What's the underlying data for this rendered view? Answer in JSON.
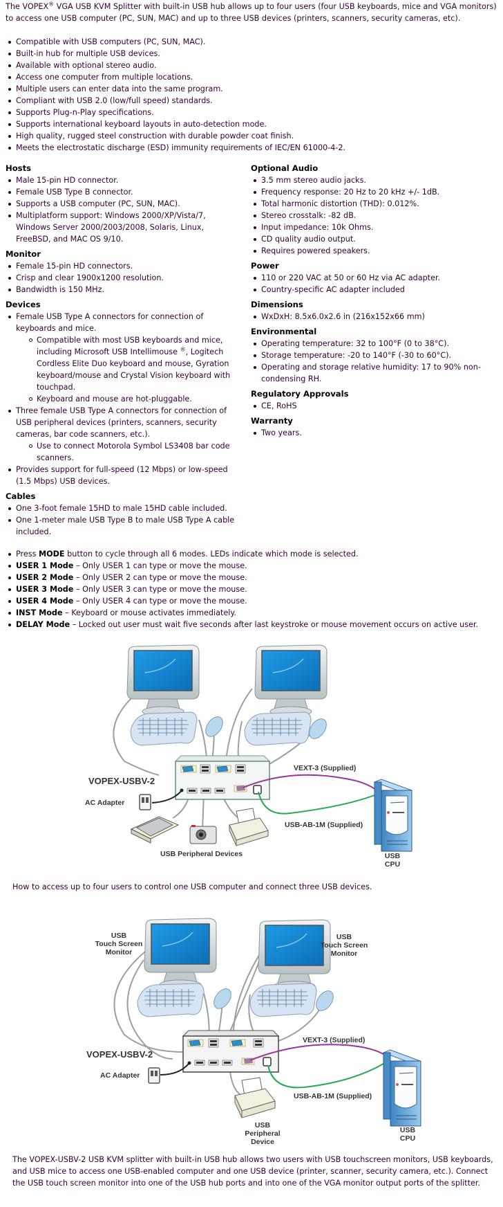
{
  "intro": {
    "brand": "The VOPEX",
    "reg": "®",
    "text": " VGA USB KVM Splitter with built-in USB hub allows up to four users (four USB keyboards, mice and VGA monitors) to access one USB computer (PC, SUN, MAC) and up to three USB devices (printers, scanners, security cameras, etc)."
  },
  "features": [
    "Compatible with USB computers (PC, SUN, MAC).",
    "Built-in hub for multiple USB devices.",
    "Available with optional stereo audio.",
    "Access one computer from multiple locations.",
    "Multiple users can enter data into the same program.",
    "Compliant with USB 2.0 (low/full speed) standards.",
    "Supports Plug-n-Play specifications.",
    "Supports international keyboard layouts in auto-detection mode.",
    "High quality, rugged steel construction with durable powder coat finish.",
    "Meets the electrostatic discharge (ESD) immunity requirements of IEC/EN 61000-4-2."
  ],
  "specs": {
    "hosts": {
      "title": "Hosts",
      "items": [
        "Male 15-pin HD connector.",
        "Female USB Type B connector.",
        "Supports a USB computer (PC, SUN, MAC).",
        "Multiplatform support: Windows 2000/XP/Vista/7, Windows Server 2000/2003/2008, Solaris, Linux, FreeBSD, and MAC OS 9/10."
      ]
    },
    "monitor": {
      "title": "Monitor",
      "items": [
        "Female 15-pin HD connectors.",
        "Crisp and clear 1900x1200 resolution.",
        "Bandwidth is 150 MHz."
      ]
    },
    "devices": {
      "title": "Devices",
      "item1": "Female USB Type A connectors for connection of keyboards and mice.",
      "item1_sub1_a": "Compatible with most USB keyboards and mice, including Microsoft USB Intellimouse ",
      "item1_sub1_reg": "®",
      "item1_sub1_b": ", Logitech Cordless Elite Duo keyboard and mouse, Gyration keyboard/mouse and Crystal Vision keyboard with touchpad.",
      "item1_sub2": "Keyboard and mouse are hot-pluggable.",
      "item2": "Three female USB Type A connectors for connection of USB peripheral devices (printers, scanners, security cameras, bar code scanners, etc.).",
      "item2_sub1": "Use to connect Motorola Symbol LS3408 bar code scanners.",
      "item3": "Provides support for full-speed (12 Mbps) or low-speed (1.5 Mbps) USB devices."
    },
    "cables": {
      "title": "Cables",
      "items": [
        "One 3-foot female 15HD to male 15HD cable included.",
        "One 1-meter male USB Type B to male USB Type A cable included."
      ]
    },
    "audio": {
      "title": "Optional Audio",
      "items": [
        "3.5 mm stereo audio jacks.",
        "Frequency response: 20 Hz to 20 kHz +/- 1dB.",
        "Total harmonic distortion (THD): 0.012%.",
        "Stereo crosstalk: -82 dB.",
        "Input impedance: 10k Ohms.",
        "CD quality audio output.",
        "Requires powered speakers."
      ]
    },
    "power": {
      "title": "Power",
      "items": [
        "110 or 220 VAC at 50 or 60 Hz via AC adapter.",
        "Country-specific AC adapter included"
      ]
    },
    "dimensions": {
      "title": "Dimensions",
      "items": [
        "WxDxH: 8.5x6.0x2.6 in (216x152x66 mm)"
      ]
    },
    "environmental": {
      "title": "Environmental",
      "items": [
        "Operating temperature: 32 to 100°F (0 to 38°C).",
        "Storage temperature: -20 to 140°F (-30 to 60°C).",
        "Operating and storage relative humidity: 17 to 90% non-condensing RH."
      ]
    },
    "regulatory": {
      "title": "Regulatory Approvals",
      "items": [
        "CE, RoHS"
      ]
    },
    "warranty": {
      "title": "Warranty",
      "items": [
        "Two years."
      ]
    }
  },
  "modes": {
    "intro_pre": "Press ",
    "intro_bold": "MODE",
    "intro_post": " button to cycle through all 6 modes. LEDs indicate which mode is selected.",
    "items": [
      {
        "name": "USER 1 Mode",
        "desc": " – Only USER 1 can type or move the mouse."
      },
      {
        "name": "USER 2 Mode",
        "desc": " – Only USER 2 can type or move the mouse."
      },
      {
        "name": "USER 3 Mode",
        "desc": " – Only USER 3 can type or move the mouse."
      },
      {
        "name": "USER 4 Mode",
        "desc": " – Only USER 4 can type or move the mouse."
      },
      {
        "name": "INST Mode",
        "desc": " – Keyboard or mouse activates immediately."
      },
      {
        "name": "DELAY Mode",
        "desc": " – Locked out user must wait five seconds after last keystroke or mouse movement occurs on active user."
      }
    ]
  },
  "diagram1": {
    "device_label": "VOPEX-USBV-2",
    "ac_adapter": "AC Adapter",
    "vext": "VEXT-3 (Supplied)",
    "usb_ab": "USB-AB-1M (Supplied)",
    "peripherals": "USB Peripheral Devices",
    "cpu_line1": "USB",
    "cpu_line2": "CPU"
  },
  "caption1": "How to access up to four users to control one USB computer and connect three USB devices.",
  "diagram2": {
    "monitor_left": [
      "USB",
      "Touch Screen",
      "Monitor"
    ],
    "monitor_right": [
      "USB",
      "Touch Screen",
      "Monitor"
    ],
    "device_label": "VOPEX-USBV-2",
    "ac_adapter": "AC Adapter",
    "vext": "VEXT-3 (Supplied)",
    "usb_ab": "USB-AB-1M (Supplied)",
    "peripheral": [
      "USB",
      "Peripheral",
      "Device"
    ],
    "cpu_line1": "USB",
    "cpu_line2": "CPU"
  },
  "final_paragraph": "The VOPEX-USBV-2 USB KVM splitter with built-in USB hub allows two users with USB touchscreen monitors, USB keyboards, and USB mice to access one USB-enabled computer and one USB device (printer, scanner, security camera, etc.). Connect the USB touch screen monitor into one of the USB hub ports and into one of the VGA monitor output ports of the splitter.",
  "colors": {
    "text": "#330033",
    "heading": "#000000",
    "screen_blue": "#1a8fd8",
    "vext_cable": "#993399",
    "usb_cable": "#22aa55",
    "cpu_blue": "#6aaedb"
  }
}
